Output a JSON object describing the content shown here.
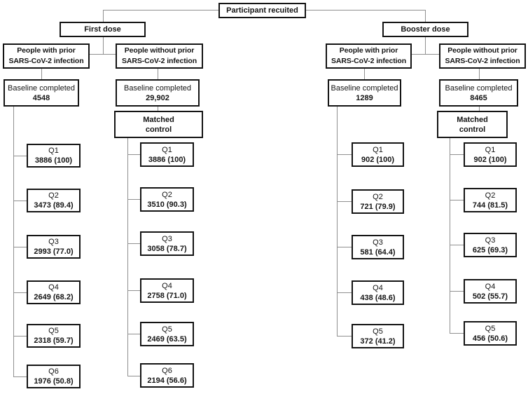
{
  "root": {
    "label": "Participant recuited"
  },
  "branches": {
    "first": {
      "label": "First dose"
    },
    "booster": {
      "label": "Booster dose"
    }
  },
  "columns": [
    {
      "group": {
        "line1": "People with prior",
        "line2": "SARS-CoV-2 infection"
      },
      "baseline": {
        "label": "Baseline completed",
        "value": "4548"
      },
      "quarters": [
        {
          "q": "Q1",
          "value": "3886 (100)"
        },
        {
          "q": "Q2",
          "value": "3473 (89.4)"
        },
        {
          "q": "Q3",
          "value": "2993 (77.0)"
        },
        {
          "q": "Q4",
          "value": "2649 (68.2)"
        },
        {
          "q": "Q5",
          "value": "2318 (59.7)"
        },
        {
          "q": "Q6",
          "value": "1976 (50.8)"
        }
      ]
    },
    {
      "group": {
        "line1": "People without prior",
        "line2": "SARS-CoV-2 infection"
      },
      "baseline": {
        "label": "Baseline completed",
        "value": "29,902"
      },
      "matched": {
        "line1": "Matched",
        "line2": "control"
      },
      "quarters": [
        {
          "q": "Q1",
          "value": "3886 (100)"
        },
        {
          "q": "Q2",
          "value": "3510 (90.3)"
        },
        {
          "q": "Q3",
          "value": "3058 (78.7)"
        },
        {
          "q": "Q4",
          "value": "2758 (71.0)"
        },
        {
          "q": "Q5",
          "value": "2469 (63.5)"
        },
        {
          "q": "Q6",
          "value": "2194 (56.6)"
        }
      ]
    },
    {
      "group": {
        "line1": "People with prior",
        "line2": "SARS-CoV-2 infection"
      },
      "baseline": {
        "label": "Baseline completed",
        "value": "1289"
      },
      "quarters": [
        {
          "q": "Q1",
          "value": "902 (100)"
        },
        {
          "q": "Q2",
          "value": "721 (79.9)"
        },
        {
          "q": "Q3",
          "value": "581 (64.4)"
        },
        {
          "q": "Q4",
          "value": "438 (48.6)"
        },
        {
          "q": "Q5",
          "value": "372 (41.2)"
        }
      ]
    },
    {
      "group": {
        "line1": "People without prior",
        "line2": "SARS-CoV-2 infection"
      },
      "baseline": {
        "label": "Baseline completed",
        "value": "8465"
      },
      "matched": {
        "line1": "Matched",
        "line2": "control"
      },
      "quarters": [
        {
          "q": "Q1",
          "value": "902 (100)"
        },
        {
          "q": "Q2",
          "value": "744 (81.5)"
        },
        {
          "q": "Q3",
          "value": "625 (69.3)"
        },
        {
          "q": "Q4",
          "value": "502 (55.7)"
        },
        {
          "q": "Q5",
          "value": "456 (50.6)"
        }
      ]
    }
  ]
}
